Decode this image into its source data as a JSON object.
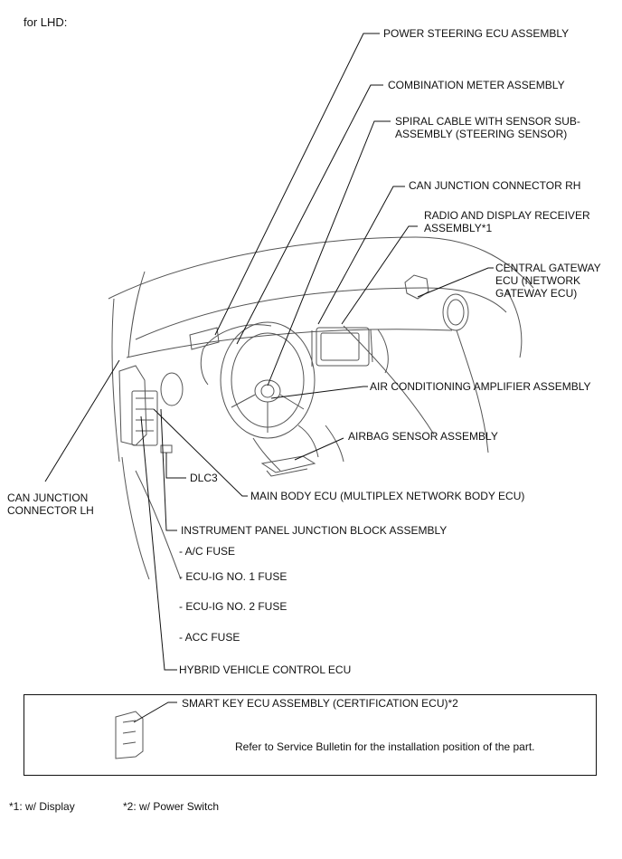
{
  "heading": "for LHD:",
  "labels": {
    "power_steering_ecu": "POWER STEERING ECU ASSEMBLY",
    "combination_meter": "COMBINATION METER ASSEMBLY",
    "spiral_cable_line1": "SPIRAL CABLE WITH SENSOR SUB-",
    "spiral_cable_line2": "ASSEMBLY (STEERING SENSOR)",
    "can_junction_rh": "CAN JUNCTION CONNECTOR RH",
    "radio_display_line1": "RADIO AND DISPLAY RECEIVER",
    "radio_display_line2": "ASSEMBLY*1",
    "central_gateway_line1": "CENTRAL GATEWAY",
    "central_gateway_line2": "ECU (NETWORK",
    "central_gateway_line3": "GATEWAY ECU)",
    "air_conditioning_amp": "AIR CONDITIONING AMPLIFIER ASSEMBLY",
    "airbag_sensor": "AIRBAG SENSOR ASSEMBLY",
    "dlc3": "DLC3",
    "main_body_ecu": "MAIN BODY ECU (MULTIPLEX NETWORK BODY ECU)",
    "can_junction_lh_line1": "CAN JUNCTION",
    "can_junction_lh_line2": "CONNECTOR LH",
    "instrument_panel_jb": "INSTRUMENT PANEL JUNCTION BLOCK ASSEMBLY",
    "ac_fuse": "- A/C FUSE",
    "ecu_ig1_fuse": "- ECU-IG NO. 1 FUSE",
    "ecu_ig2_fuse": "- ECU-IG NO. 2 FUSE",
    "acc_fuse": "- ACC FUSE",
    "hybrid_vehicle_ecu": "HYBRID VEHICLE CONTROL ECU",
    "smart_key_ecu": "SMART KEY ECU ASSEMBLY (CERTIFICATION ECU)*2",
    "service_bulletin_note": "Refer to Service Bulletin for the installation position of the part."
  },
  "footnotes": {
    "note1": "*1: w/ Display",
    "note2": "*2: w/ Power Switch"
  }
}
